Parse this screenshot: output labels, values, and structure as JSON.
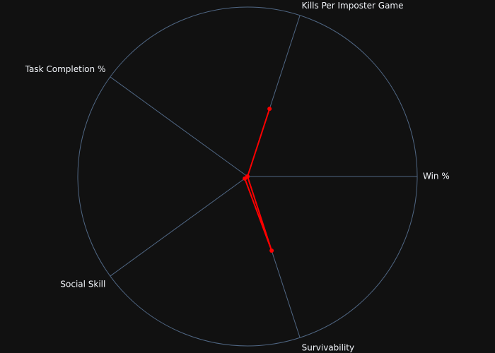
{
  "chart_data": {
    "type": "radar",
    "axes": [
      "Win %",
      "Kills Per Imposter Game",
      "Task Completion %",
      "Social Skill",
      "Survivability"
    ],
    "axis_angles_deg": [
      0,
      72,
      144,
      216,
      288
    ],
    "range": [
      0,
      1
    ],
    "grid": false,
    "series": [
      {
        "values": [
          0.0,
          0.42,
          0.0,
          0.02,
          0.46
        ]
      }
    ]
  },
  "colors": {
    "background": "#111111",
    "grid": "#506784",
    "series": "#ff0000",
    "label": "#f2f5fa"
  }
}
